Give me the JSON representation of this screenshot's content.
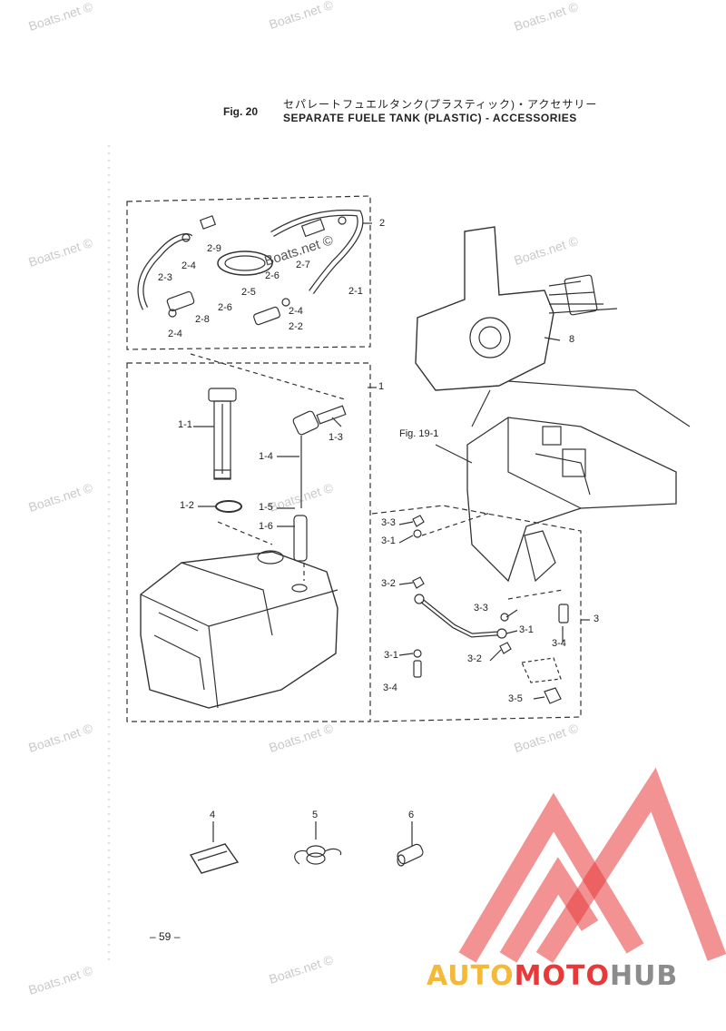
{
  "header": {
    "fig_no": "Fig. 20",
    "title_jp": "セパレートフュエルタンク(プラスティック)・アクセサリー",
    "title_en": "SEPARATE FUELE TANK (PLASTIC) - ACCESSORIES"
  },
  "watermark": "Boats.net ©",
  "callouts": {
    "c1": "1",
    "c2": "2",
    "c3": "3",
    "c4": "4",
    "c5": "5",
    "c6": "6",
    "c8": "8",
    "c1_1": "1-1",
    "c1_2": "1-2",
    "c1_3": "1-3",
    "c1_4": "1-4",
    "c1_5": "1-5",
    "c1_6": "1-6",
    "c2_1": "2-1",
    "c2_2": "2-2",
    "c2_3": "2-3",
    "c2_4a": "2-4",
    "c2_4b": "2-4",
    "c2_4c": "2-4",
    "c2_5": "2-5",
    "c2_6a": "2-6",
    "c2_6b": "2-6",
    "c2_7": "2-7",
    "c2_8": "2-8",
    "c2_9": "2-9",
    "c3_1a": "3-1",
    "c3_1b": "3-1",
    "c3_2a": "3-2",
    "c3_2b": "3-2",
    "c3_3a": "3-3",
    "c3_3b": "3-3",
    "c3_4a": "3-4",
    "c3_4b": "3-4",
    "c3_5": "3-5",
    "fig19_1": "Fig. 19-1"
  },
  "page_number": "– 59 –",
  "brand": {
    "part1": "AUTO",
    "part2": "MOTO",
    "part3": "HUB",
    "color_part1": "#f5b93a",
    "color_part2": "#e8393a",
    "color_part3": "#8c8c8c",
    "logo_color": "#e8393a"
  }
}
